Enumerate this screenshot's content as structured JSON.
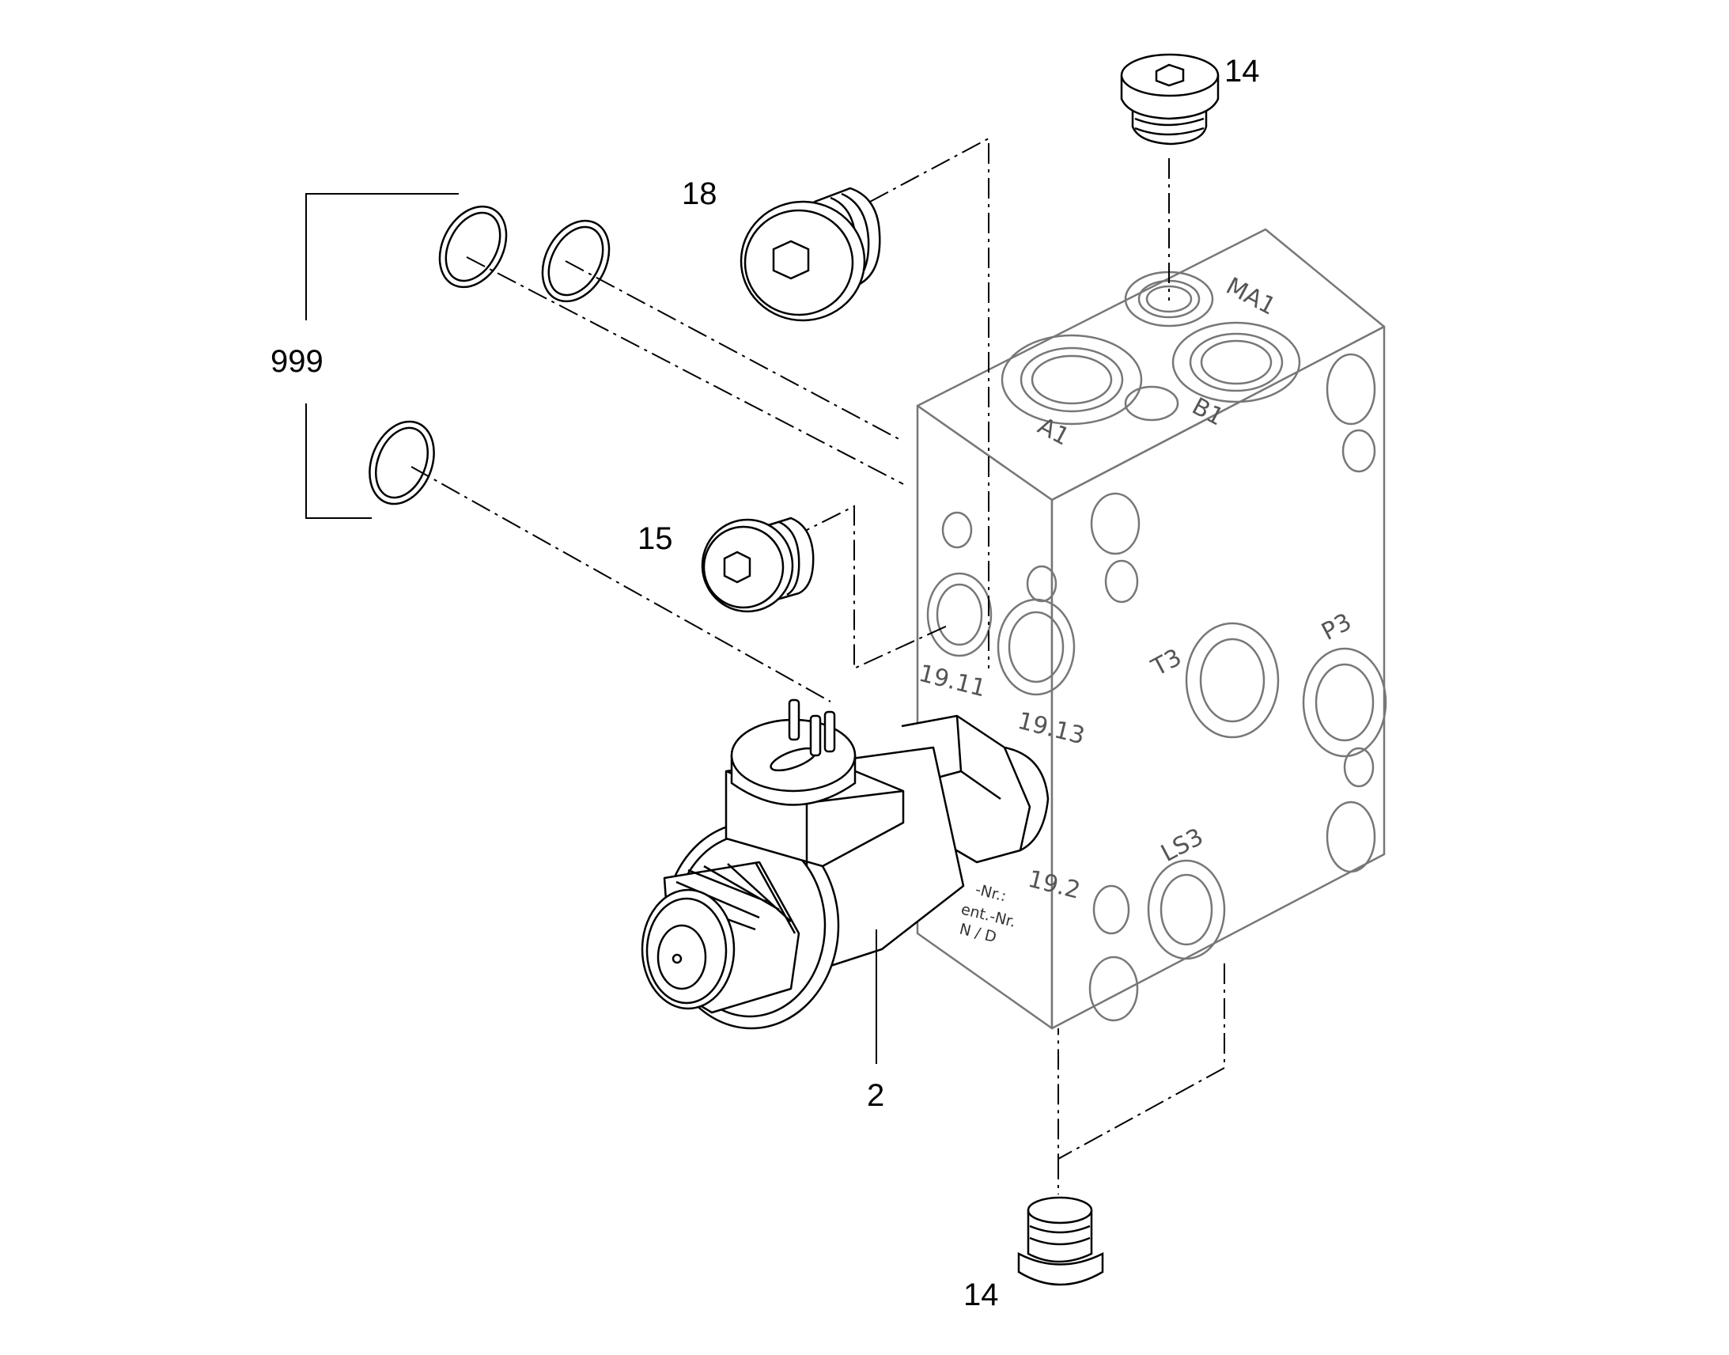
{
  "callouts": {
    "c999": "999",
    "c18": "18",
    "c15": "15",
    "c2": "2",
    "c14_top": "14",
    "c14_bottom": "14"
  },
  "ports": {
    "ma1": "MA1",
    "a1": "A1",
    "b1": "B1",
    "t3": "T3",
    "p3": "P3",
    "ls3": "LS3",
    "p19_11": "19.11",
    "p19_13": "19.13",
    "p19_2": "19.2"
  },
  "plate": {
    "line1": "-Nr.:",
    "line2": "ent.-Nr.",
    "line3": "N / D"
  },
  "colors": {
    "line": "#000000",
    "block_line": "#777777",
    "background": "#ffffff"
  }
}
